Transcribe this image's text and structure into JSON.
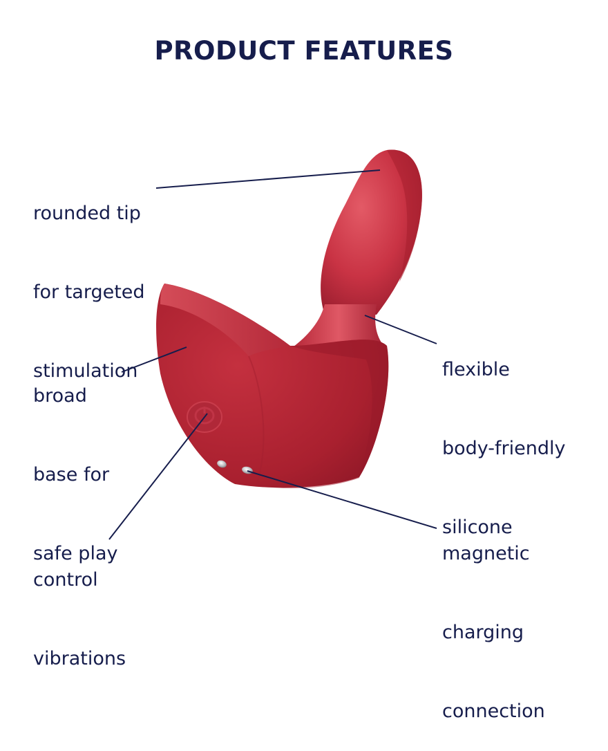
{
  "title": "PRODUCT FEATURES",
  "colors": {
    "text": "#161d4c",
    "product": "#b7283a",
    "product_light": "#d9535f",
    "background": "#ffffff"
  },
  "callouts": [
    {
      "lines": [
        "rounded tip",
        "for targeted",
        "stimulation"
      ]
    },
    {
      "lines": [
        "broad",
        "base for",
        "safe play"
      ]
    },
    {
      "lines": [
        "control",
        "vibrations"
      ]
    },
    {
      "lines": [
        "flexible",
        "body-friendly",
        "silicone"
      ]
    },
    {
      "lines": [
        "magnetic",
        "charging",
        "connection"
      ]
    }
  ]
}
